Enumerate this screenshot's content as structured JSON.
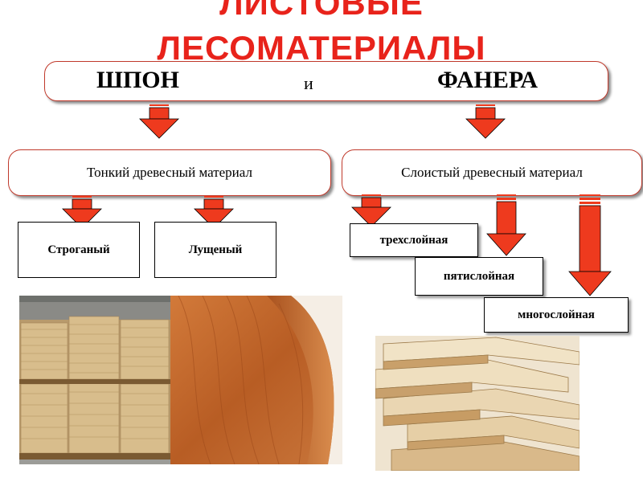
{
  "title": {
    "line1": "ЛИСТОВЫЕ",
    "line2": "ЛЕСОМАТЕРИАЛЫ"
  },
  "top": {
    "left": "ШПОН",
    "conj": "и",
    "right": "ФАНЕРА"
  },
  "categories": {
    "left": "Тонкий древесный материал",
    "right": "Слоистый древесный материал"
  },
  "veneer_types": [
    "Строганый",
    "Лущеный"
  ],
  "plywood_types": [
    "трехслойная",
    "пятислойная",
    "многослойная"
  ],
  "colors": {
    "accent": "#e8231b",
    "arrow": "#ee3a1e",
    "border": "#c0392b"
  }
}
